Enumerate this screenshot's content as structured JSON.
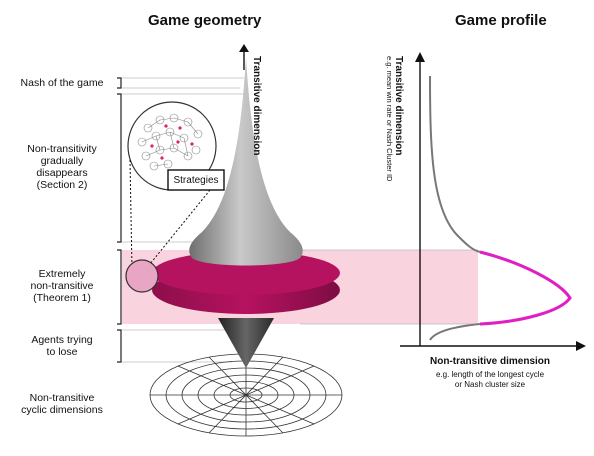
{
  "titles": {
    "left": "Game geometry",
    "right": "Game profile"
  },
  "left_labels": {
    "nash": "Nash of the game",
    "nontransitivity": [
      "Non-transitivity",
      "gradually",
      "disappears",
      "(Section 2)"
    ],
    "extremely": [
      "Extremely",
      "non-transitive",
      "(Theorem 1)"
    ],
    "agents": [
      "Agents trying",
      "to lose"
    ],
    "cyclic": [
      "Non-transitive",
      "cyclic dimensions"
    ]
  },
  "axis_label_geometry": "Transitive dimension",
  "callout": "Strategies",
  "profile": {
    "y_label": "Transitive dimension",
    "y_sub_1": "e.g. mean win rate or Nash Cluster ID",
    "x_label": "Non-transitive dimension",
    "x_sub_1": "e.g. length of the longest cycle",
    "x_sub_2": "or Nash cluster size"
  },
  "colors": {
    "magenta_band": "#b5125f",
    "magenta_curve": "#e01ec4",
    "pink_band": "#f9d3de",
    "grey_top": "#9e9e9e",
    "dark_cone": "#3a3a3a"
  }
}
